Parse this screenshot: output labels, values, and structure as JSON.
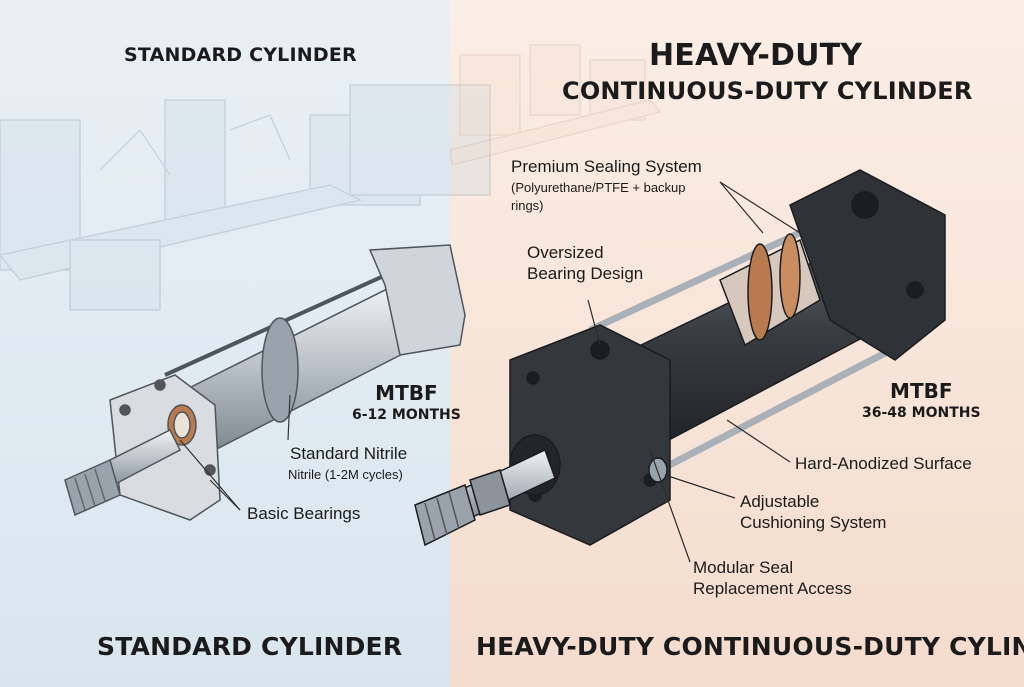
{
  "header": {
    "left_title": "STANDARD CYLINDER",
    "right_title_line1": "HEAVY-DUTY",
    "right_title_line2": "CONTINUOUS-DUTY CYLINDER"
  },
  "footer": {
    "left_title": "STANDARD CYLINDER",
    "right_title": "HEAVY-DUTY CONTINUOUS-DUTY CYLINDER"
  },
  "standard": {
    "mtbf_label": "MTBF",
    "mtbf_value": "6-12 MONTHS",
    "seal_line1": "Standard Nitrile",
    "seal_line2": "Nitrile (1-2M cycles)",
    "bearings": "Basic Bearings"
  },
  "heavy": {
    "mtbf_label": "MTBF",
    "mtbf_value": "36-48 MONTHS",
    "seal_line1": "Premium Sealing System",
    "seal_line2": "(Polyurethane/PTFE + backup",
    "seal_line3": "rings)",
    "bearing_line1": "Oversized",
    "bearing_line2": "Bearing Design",
    "surface": "Hard-Anodized Surface",
    "cushion_line1": "Adjustable",
    "cushion_line2": "Cushioning System",
    "modular_line1": "Modular Seal",
    "modular_line2": "Replacement Access"
  },
  "colors": {
    "left_bg": "#dfe9f1",
    "right_bg": "#f7e2d6",
    "steel": "#b9c0c7",
    "dark_body": "#3b3e43",
    "copper_seal": "#b97b4e"
  }
}
